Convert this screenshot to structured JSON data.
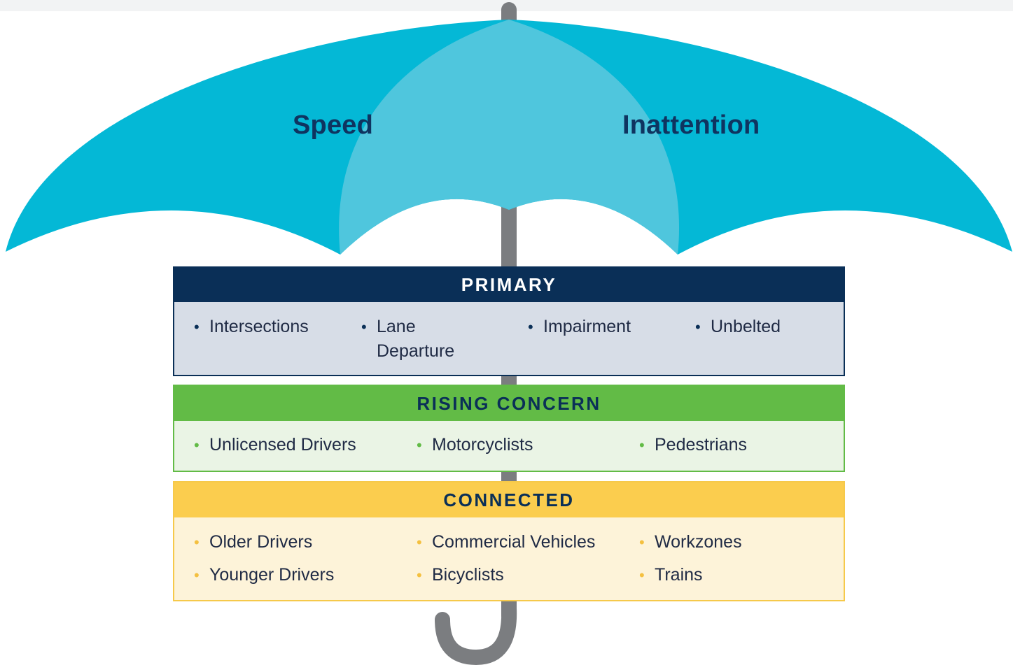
{
  "umbrella": {
    "left_label": "Speed",
    "right_label": "Inattention",
    "colors": {
      "outer": "#04b8d6",
      "center": "#4fc6dd",
      "shaft": "#7b7d80"
    }
  },
  "panels": {
    "primary": {
      "title": "PRIMARY",
      "color": "#0a2f57",
      "items": [
        "Intersections",
        "Lane Departure",
        "Impairment",
        "Unbelted"
      ]
    },
    "rising": {
      "title": "RISING CONCERN",
      "color": "#62bb46",
      "items": [
        "Unlicensed Drivers",
        "Motorcyclists",
        "Pedestrians"
      ]
    },
    "connected": {
      "title": "CONNECTED",
      "color": "#fbcd4e",
      "items": [
        "Older Drivers",
        "Commercial Vehicles",
        "Workzones",
        "Younger Drivers",
        "Bicyclists",
        "Trains"
      ]
    }
  }
}
